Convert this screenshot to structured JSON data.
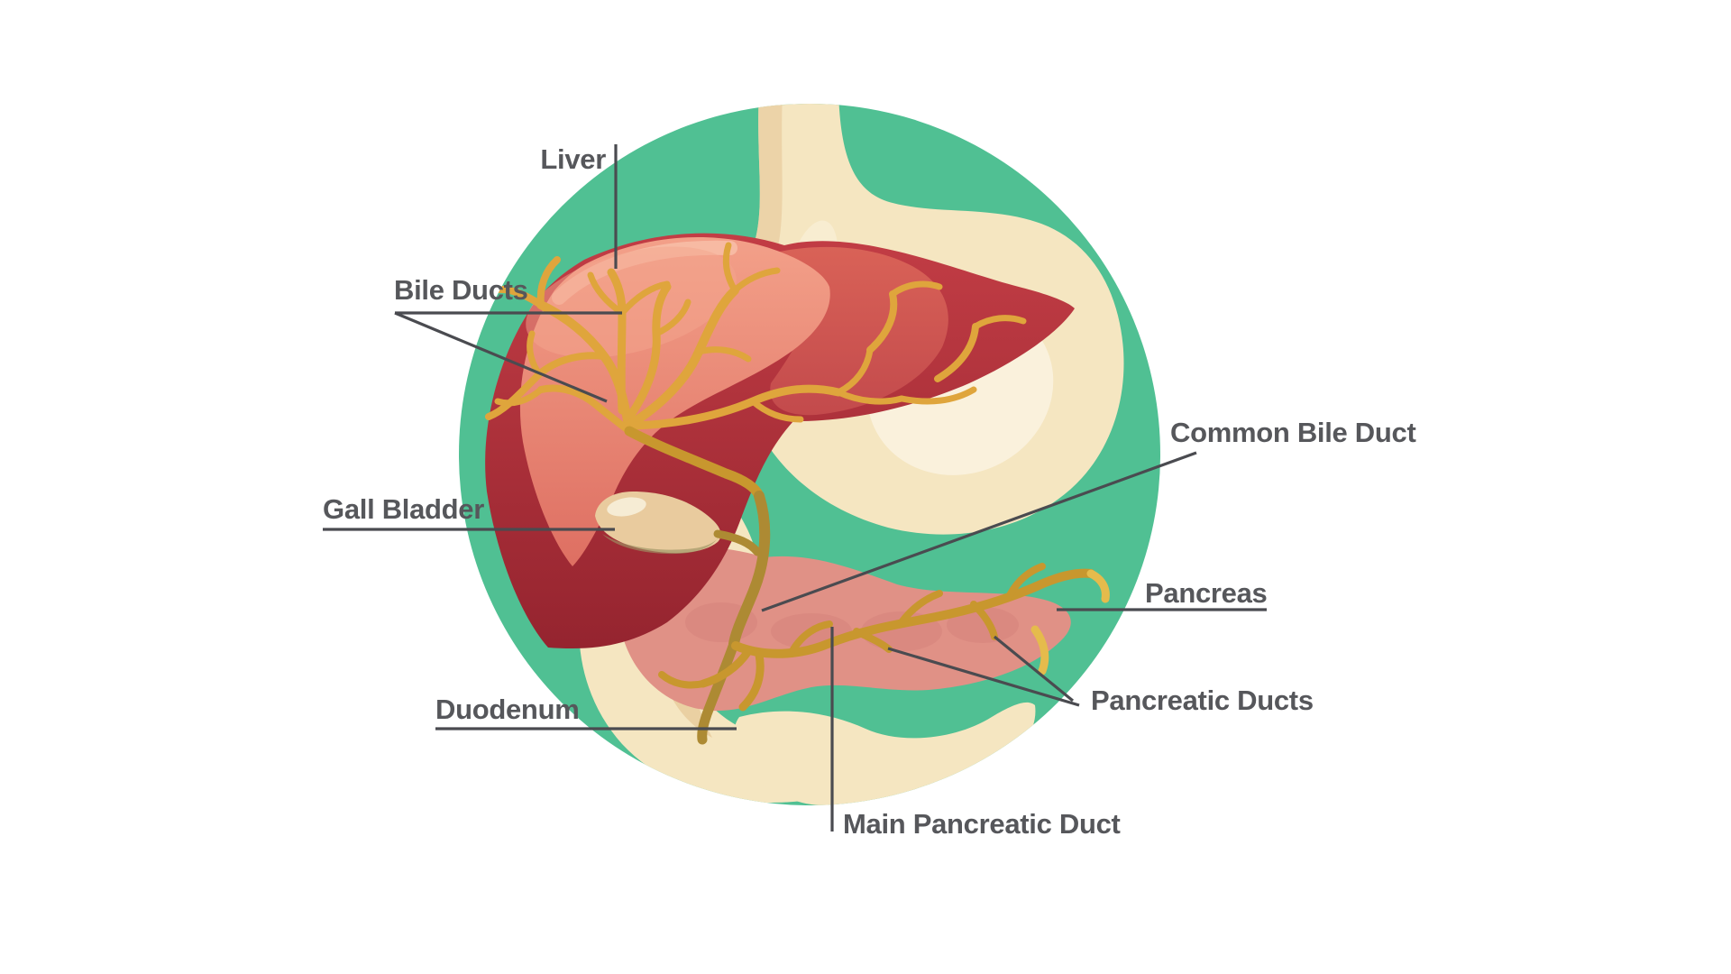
{
  "diagram": {
    "labels": {
      "liver": "Liver",
      "bile_ducts": "Bile Ducts",
      "gall_bladder": "Gall Bladder",
      "duodenum": "Duodenum",
      "common_bile_duct": "Common Bile Duct",
      "pancreas": "Pancreas",
      "pancreatic_ducts": "Pancreatic Ducts",
      "main_pancreatic_duct": "Main Pancreatic Duct"
    },
    "colors": {
      "background": "#FFFFFF",
      "circle_green": "#50C093",
      "stomach_cream": "#F5E6C1",
      "cream_highlight": "#FAF1DC",
      "cream_shadow": "#E8CB9C",
      "liver_light": "#EF907C",
      "liver_dark": "#A82B36",
      "liver_highlight": "#F8C0AA",
      "pancreas_pink": "#E09186",
      "pancreas_patch": "#D5837B",
      "duct_gold": "#DFA53C",
      "duct_dark_gold": "#C8972E",
      "duct_olive": "#AD8A33",
      "duct_bright": "#E5BB4C",
      "gall_bladder_tan": "#E9CB9E",
      "label_text": "#56575B",
      "leader_line": "#4A4B50"
    }
  }
}
